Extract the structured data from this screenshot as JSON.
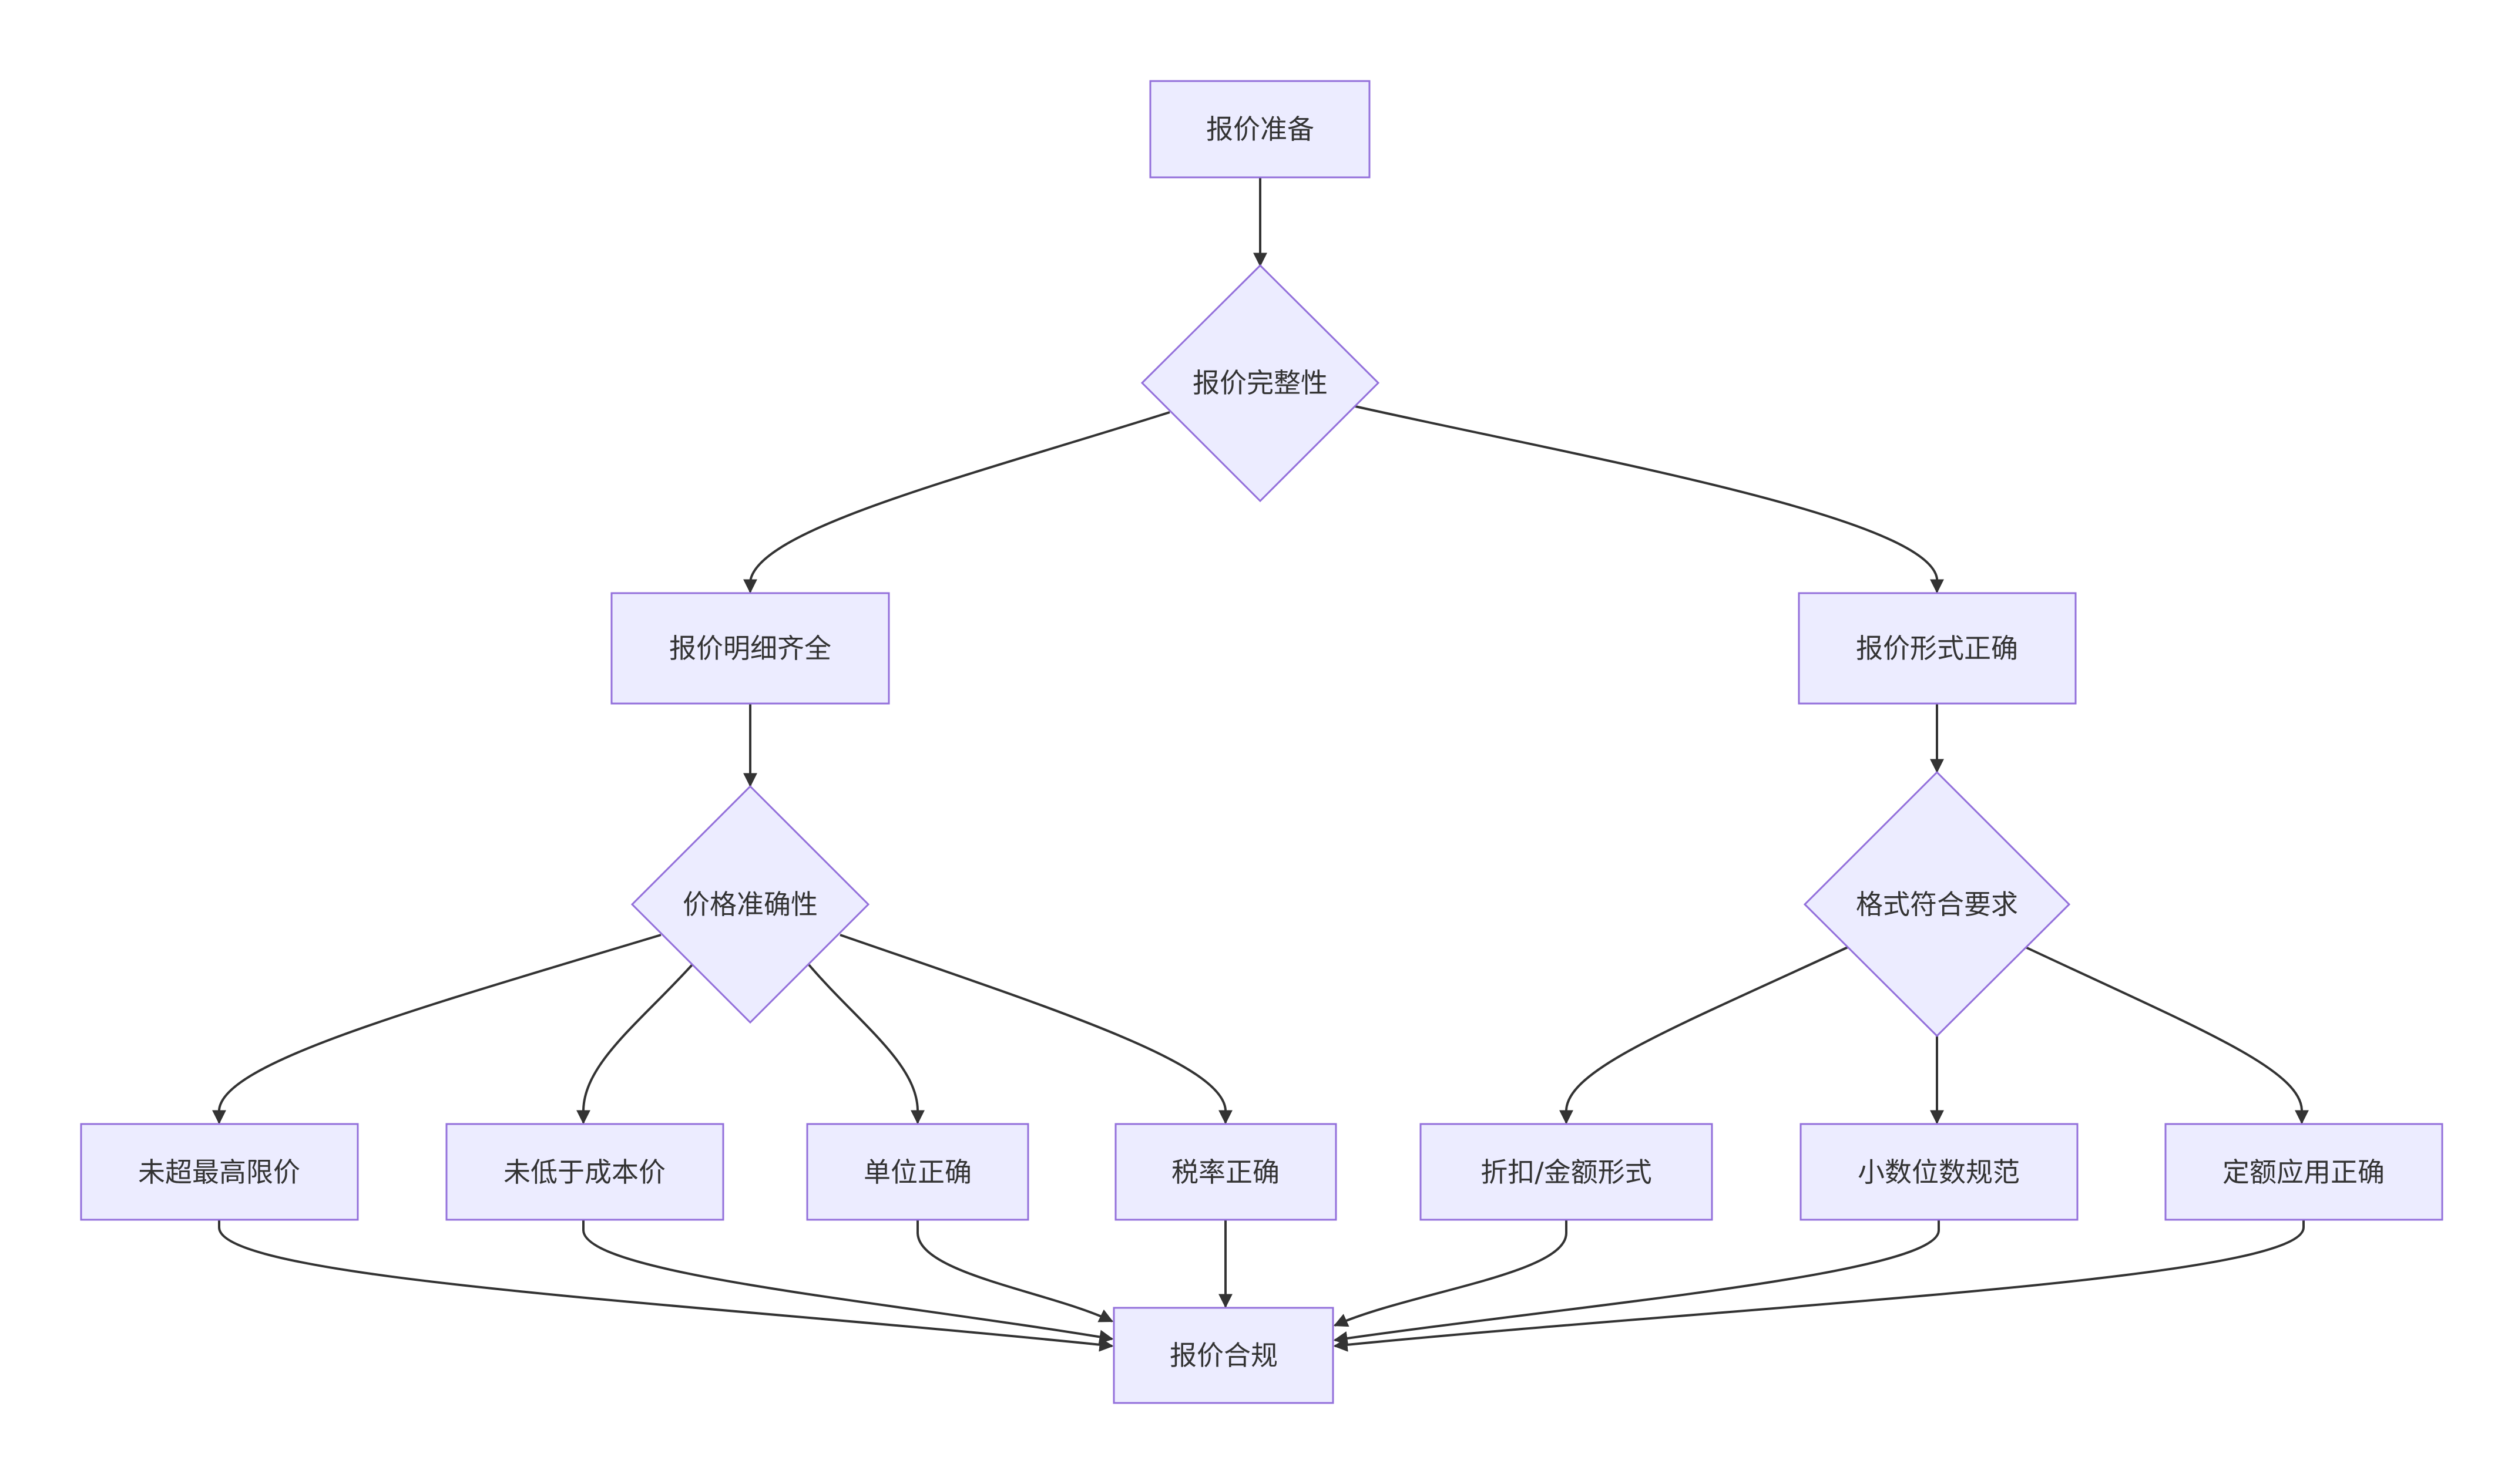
{
  "diagram": {
    "type": "flowchart",
    "direction": "top-down",
    "colors": {
      "node_fill": "#ECECFF",
      "node_stroke": "#9370DB",
      "text": "#333333",
      "edge": "#333333",
      "background": "#FFFFFF"
    },
    "nodes": [
      {
        "id": "prep",
        "label": "报价准备",
        "shape": "rect"
      },
      {
        "id": "completeness",
        "label": "报价完整性",
        "shape": "diamond"
      },
      {
        "id": "detail",
        "label": "报价明细齐全",
        "shape": "rect"
      },
      {
        "id": "form",
        "label": "报价形式正确",
        "shape": "rect"
      },
      {
        "id": "accuracy",
        "label": "价格准确性",
        "shape": "diamond"
      },
      {
        "id": "format",
        "label": "格式符合要求",
        "shape": "diamond"
      },
      {
        "id": "max",
        "label": "未超最高限价",
        "shape": "rect"
      },
      {
        "id": "cost",
        "label": "未低于成本价",
        "shape": "rect"
      },
      {
        "id": "unit",
        "label": "单位正确",
        "shape": "rect"
      },
      {
        "id": "tax",
        "label": "税率正确",
        "shape": "rect"
      },
      {
        "id": "discount",
        "label": "折扣/金额形式",
        "shape": "rect"
      },
      {
        "id": "decimal",
        "label": "小数位数规范",
        "shape": "rect"
      },
      {
        "id": "quota",
        "label": "定额应用正确",
        "shape": "rect"
      },
      {
        "id": "compliant",
        "label": "报价合规",
        "shape": "rect"
      }
    ],
    "edges": [
      {
        "from": "prep",
        "to": "completeness"
      },
      {
        "from": "completeness",
        "to": "detail"
      },
      {
        "from": "completeness",
        "to": "form"
      },
      {
        "from": "detail",
        "to": "accuracy"
      },
      {
        "from": "form",
        "to": "format"
      },
      {
        "from": "accuracy",
        "to": "max"
      },
      {
        "from": "accuracy",
        "to": "cost"
      },
      {
        "from": "accuracy",
        "to": "unit"
      },
      {
        "from": "accuracy",
        "to": "tax"
      },
      {
        "from": "format",
        "to": "discount"
      },
      {
        "from": "format",
        "to": "decimal"
      },
      {
        "from": "format",
        "to": "quota"
      },
      {
        "from": "max",
        "to": "compliant"
      },
      {
        "from": "cost",
        "to": "compliant"
      },
      {
        "from": "unit",
        "to": "compliant"
      },
      {
        "from": "tax",
        "to": "compliant"
      },
      {
        "from": "discount",
        "to": "compliant"
      },
      {
        "from": "decimal",
        "to": "compliant"
      },
      {
        "from": "quota",
        "to": "compliant"
      }
    ]
  }
}
